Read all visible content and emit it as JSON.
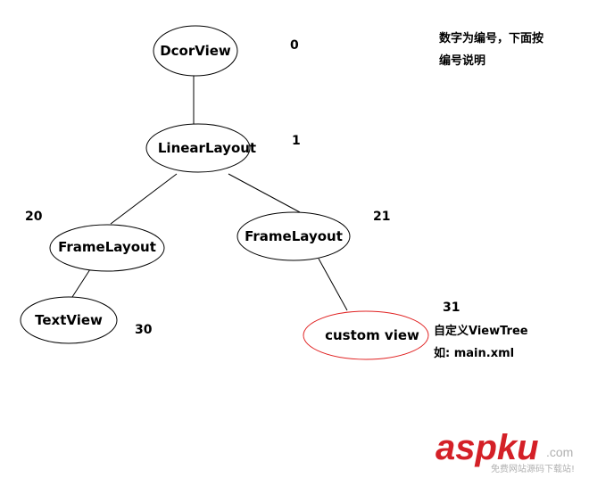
{
  "nodes": {
    "dcorview": {
      "label": "DcorView",
      "number": "0"
    },
    "linearlayout": {
      "label": "LinearLayout",
      "number": "1"
    },
    "framelayout_left": {
      "label": "FrameLayout",
      "number": "20"
    },
    "framelayout_right": {
      "label": "FrameLayout",
      "number": "21"
    },
    "textview": {
      "label": "TextView",
      "number": "30"
    },
    "custom_view": {
      "label": "custom view",
      "number": "31"
    }
  },
  "notes": {
    "numbering_line1": "数字为编号，下面按",
    "numbering_line2": "编号说明",
    "custom_line1": "自定义ViewTree",
    "custom_line2": "如: main.xml"
  },
  "watermark": {
    "brand": "aspku",
    "domain": ".com",
    "tagline": "免费网站源码下载站!"
  },
  "colors": {
    "stroke": "#000000",
    "highlight": "#e02020",
    "watermark_red": "#d42027",
    "watermark_gray": "#b0b0b0"
  }
}
